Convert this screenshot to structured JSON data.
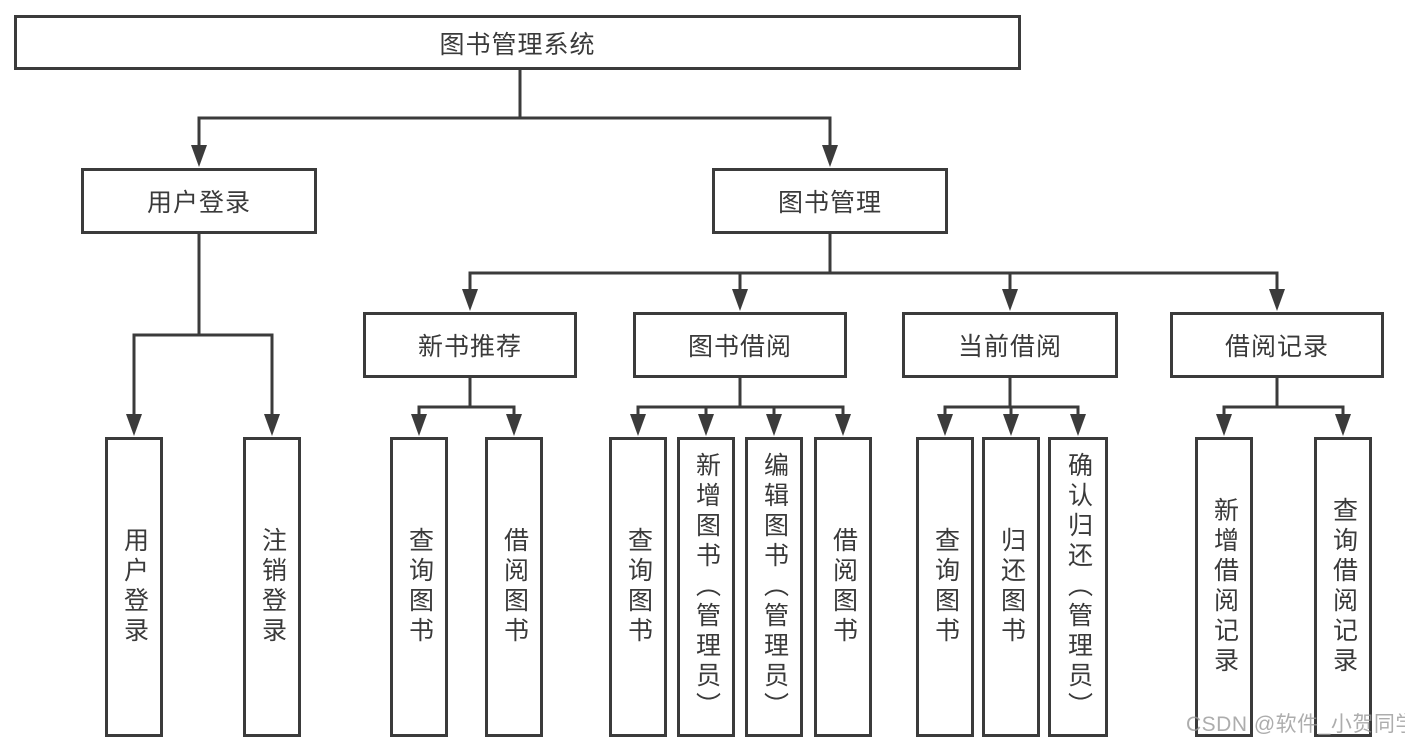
{
  "tree": {
    "root": "图书管理系统",
    "branches": [
      {
        "label": "用户登录",
        "children": [
          "用户登录",
          "注销登录"
        ]
      },
      {
        "label": "图书管理",
        "sections": [
          {
            "label": "新书推荐",
            "children": [
              "查询图书",
              "借阅图书"
            ]
          },
          {
            "label": "图书借阅",
            "children": [
              "查询图书",
              "新增图书（管理员）",
              "编辑图书（管理员）",
              "借阅图书"
            ]
          },
          {
            "label": "当前借阅",
            "children": [
              "查询图书",
              "归还图书",
              "确认归还（管理员）"
            ]
          },
          {
            "label": "借阅记录",
            "children": [
              "新增借阅记录",
              "查询借阅记录"
            ]
          }
        ]
      }
    ]
  },
  "watermark": "CSDN @软件_小贺同学",
  "colors": {
    "line": "#3b3b3b",
    "text": "#3a3a3a",
    "box_background": "#ffffff",
    "watermark": "#a6a6a6",
    "page_background": "#ffffff"
  }
}
